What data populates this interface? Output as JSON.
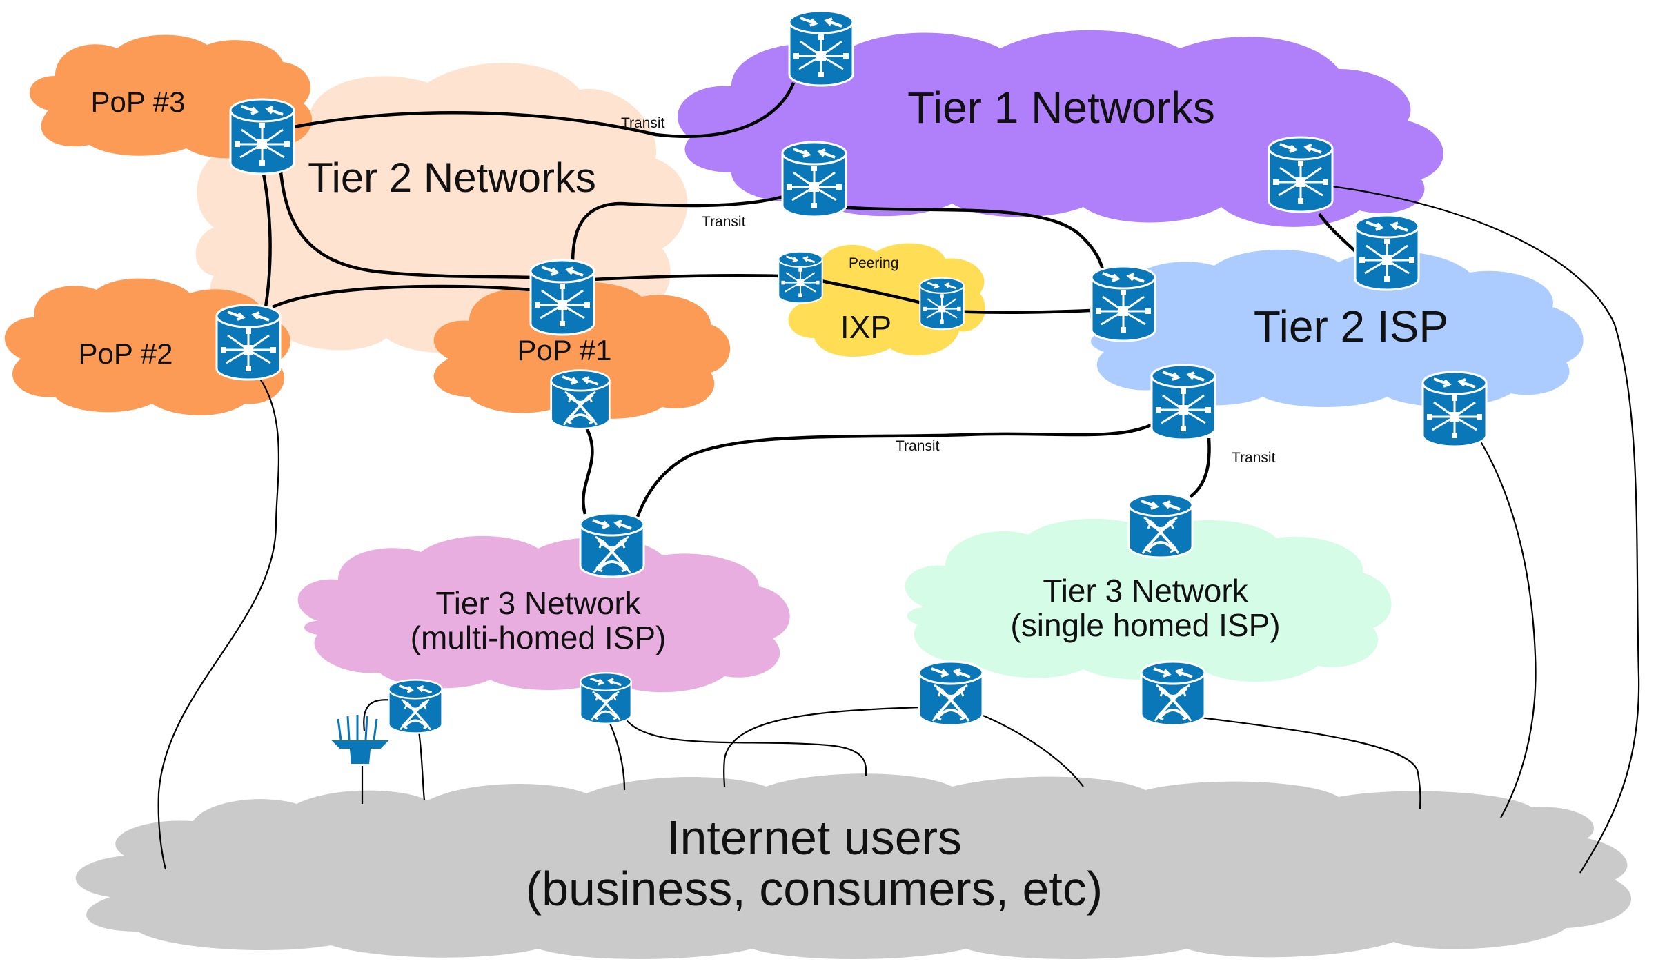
{
  "colors": {
    "tier1": "#b07ffa",
    "tier2_networks": "#ffe3d1",
    "pop": "#fb9b55",
    "tier2_isp": "#acccff",
    "ixp": "#ffdd55",
    "tier3_multi": "#e8aee0",
    "tier3_single": "#d4fce6",
    "internet": "#cacaca",
    "device": "#0a78b8"
  },
  "clouds": {
    "tier1": "Tier 1 Networks",
    "tier2_networks": "Tier 2 Networks",
    "pop3": "PoP #3",
    "pop2": "PoP #2",
    "pop1": "PoP #1",
    "ixp": "IXP",
    "tier2_isp": "Tier 2 ISP",
    "tier3_multi_line1": "Tier 3 Network",
    "tier3_multi_line2": "(multi-homed ISP)",
    "tier3_single_line1": "Tier 3 Network",
    "tier3_single_line2": "(single homed ISP)",
    "internet_line1": "Internet users",
    "internet_line2": "(business, consumers, etc)"
  },
  "links": {
    "transit_a": "Transit",
    "transit_b": "Transit",
    "transit_c": "Transit",
    "transit_d": "Transit",
    "peering": "Peering"
  },
  "devices": {
    "router_icon": "router-icon",
    "switch_icon": "switch-icon",
    "antenna_icon": "wireless-access-point-icon"
  }
}
